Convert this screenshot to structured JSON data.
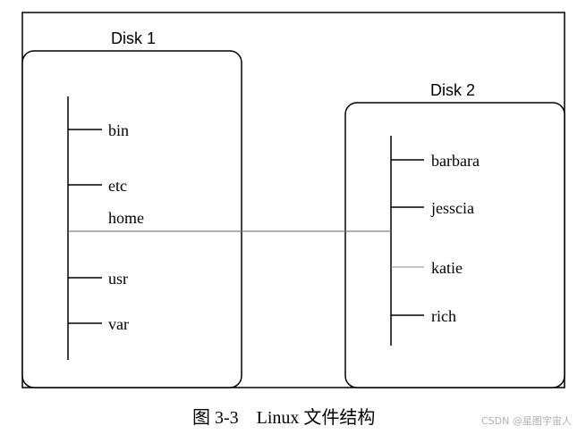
{
  "disk1": {
    "label": "Disk 1",
    "dirs": [
      "bin",
      "etc",
      "home",
      "usr",
      "var"
    ]
  },
  "disk2": {
    "label": "Disk 2",
    "dirs": [
      "barbara",
      "jesscia",
      "katie",
      "rich"
    ]
  },
  "caption": "图 3-3    Linux 文件结构",
  "watermark": "CSDN @星图宇宙人"
}
